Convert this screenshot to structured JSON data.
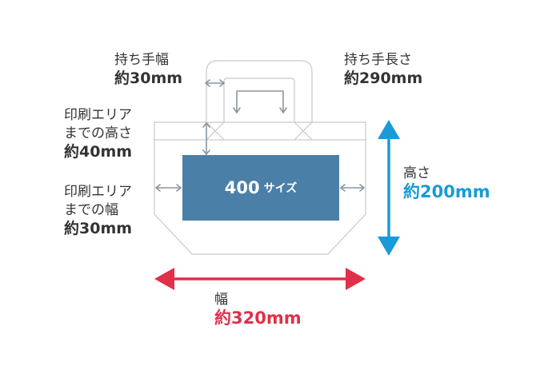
{
  "colors": {
    "outline": "#c8c8c8",
    "arrow_gray": "#8a959f",
    "print_area": "#4a7fa8",
    "height_accent": "#1a9ad6",
    "width_accent": "#e0304a",
    "text": "#333333"
  },
  "labels": {
    "handle_width": {
      "title": "持ち手幅",
      "value": "約30mm"
    },
    "handle_length": {
      "title": "持ち手長さ",
      "value": "約290mm"
    },
    "print_top": {
      "line1": "印刷エリア",
      "line2": "までの高さ",
      "value": "約40mm"
    },
    "print_side": {
      "line1": "印刷エリア",
      "line2": "までの幅",
      "value": "約30mm"
    },
    "height": {
      "title": "高さ",
      "value": "約200mm"
    },
    "width": {
      "title": "幅",
      "value": "約320mm"
    }
  },
  "print_area": {
    "size": "400",
    "suffix": "サイズ"
  }
}
